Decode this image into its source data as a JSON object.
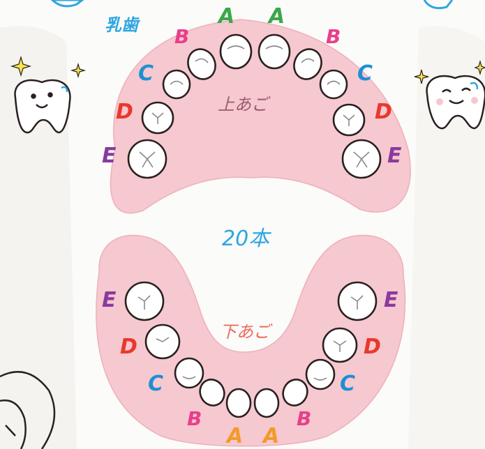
{
  "header": {
    "title": "乳歯",
    "count": "20本"
  },
  "upper": {
    "label": "上あご",
    "teeth": [
      {
        "letter": "A",
        "side": "right"
      },
      {
        "letter": "A",
        "side": "left"
      },
      {
        "letter": "B",
        "side": "right"
      },
      {
        "letter": "B",
        "side": "left"
      },
      {
        "letter": "C",
        "side": "right"
      },
      {
        "letter": "C",
        "side": "left"
      },
      {
        "letter": "D",
        "side": "right"
      },
      {
        "letter": "D",
        "side": "left"
      },
      {
        "letter": "E",
        "side": "right"
      },
      {
        "letter": "E",
        "side": "left"
      }
    ]
  },
  "lower": {
    "label": "下あご",
    "teeth": [
      {
        "letter": "A",
        "side": "right"
      },
      {
        "letter": "A",
        "side": "left"
      },
      {
        "letter": "B",
        "side": "right"
      },
      {
        "letter": "B",
        "side": "left"
      },
      {
        "letter": "C",
        "side": "right"
      },
      {
        "letter": "C",
        "side": "left"
      },
      {
        "letter": "D",
        "side": "right"
      },
      {
        "letter": "D",
        "side": "left"
      },
      {
        "letter": "E",
        "side": "right"
      },
      {
        "letter": "E",
        "side": "left"
      }
    ]
  },
  "colors": {
    "A": "#3aa84a",
    "A_lower": "#f39a2b",
    "B": "#e83f8c",
    "C": "#1e8fd6",
    "D": "#e8392b",
    "E": "#8a3a9e",
    "gum": "#f6c8cf",
    "gum_edge": "#f2b5bf",
    "jaw_label_upper": "#9a5b6a",
    "jaw_label_lower": "#ec6a5a",
    "header": "#2fa6e0"
  },
  "mascots": [
    "smiling-tooth-icon",
    "sparkle-icon"
  ]
}
